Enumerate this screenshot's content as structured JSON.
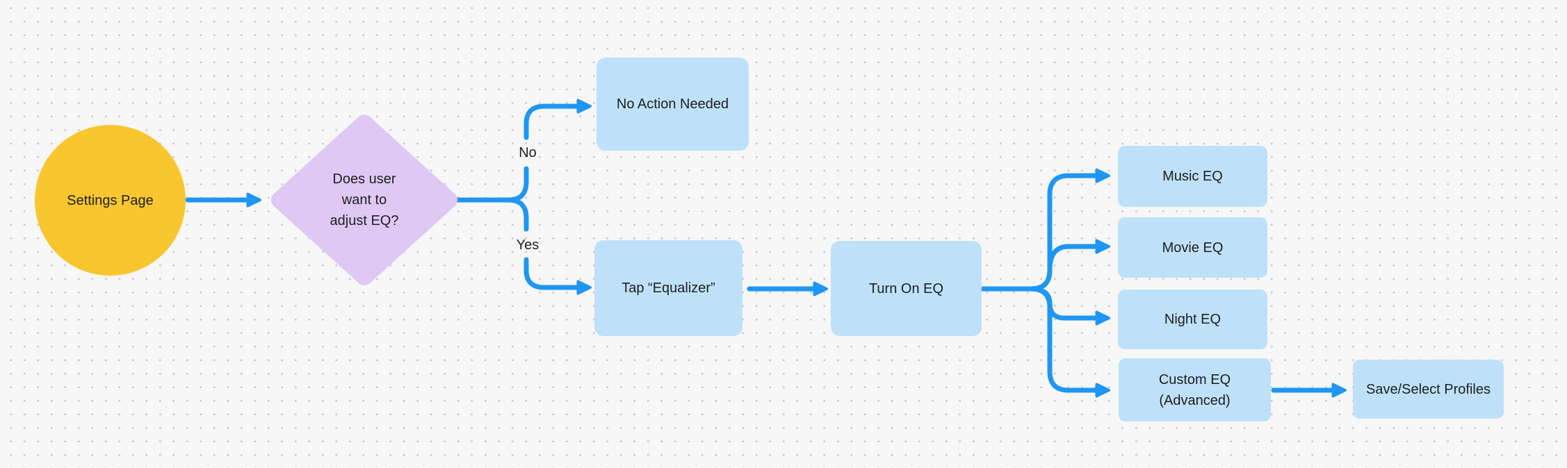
{
  "diagram": {
    "title_hint": "EQ adjustment flowchart",
    "background": {
      "color": "#F7F7F8",
      "dot_color": "#C9CACF"
    },
    "colors": {
      "connector_blue": "#1E96F3",
      "process_box_fill": "#BEE1F9",
      "start_circle_fill": "#F9C62F",
      "decision_diamond_fill": "#DFC9F4",
      "text": "#1D1E22"
    },
    "nodes": {
      "start": {
        "shape": "circle",
        "label": "Settings Page"
      },
      "decision": {
        "shape": "diamond",
        "lines": [
          "Does user",
          "want to",
          "adjust EQ?"
        ]
      },
      "no_action": {
        "shape": "box",
        "label": "No Action Needed"
      },
      "tap_equalizer": {
        "shape": "box",
        "label": "Tap “Equalizer”"
      },
      "turn_on_eq": {
        "shape": "box",
        "label": "Turn On EQ"
      },
      "music_eq": {
        "shape": "box",
        "label": "Music EQ"
      },
      "movie_eq": {
        "shape": "box",
        "label": "Movie EQ"
      },
      "night_eq": {
        "shape": "box",
        "label": "Night EQ"
      },
      "custom_eq": {
        "shape": "box",
        "lines": [
          "Custom EQ",
          "(Advanced)"
        ]
      },
      "save_select": {
        "shape": "box",
        "label": "Save/Select Profiles"
      }
    },
    "edge_labels": {
      "no": "No",
      "yes": "Yes"
    },
    "edges": [
      {
        "from": "start",
        "to": "decision"
      },
      {
        "from": "decision",
        "to": "no_action",
        "label": "No"
      },
      {
        "from": "decision",
        "to": "tap_equalizer",
        "label": "Yes"
      },
      {
        "from": "tap_equalizer",
        "to": "turn_on_eq"
      },
      {
        "from": "turn_on_eq",
        "to": "music_eq"
      },
      {
        "from": "turn_on_eq",
        "to": "movie_eq"
      },
      {
        "from": "turn_on_eq",
        "to": "night_eq"
      },
      {
        "from": "turn_on_eq",
        "to": "custom_eq"
      },
      {
        "from": "custom_eq",
        "to": "save_select"
      }
    ]
  }
}
